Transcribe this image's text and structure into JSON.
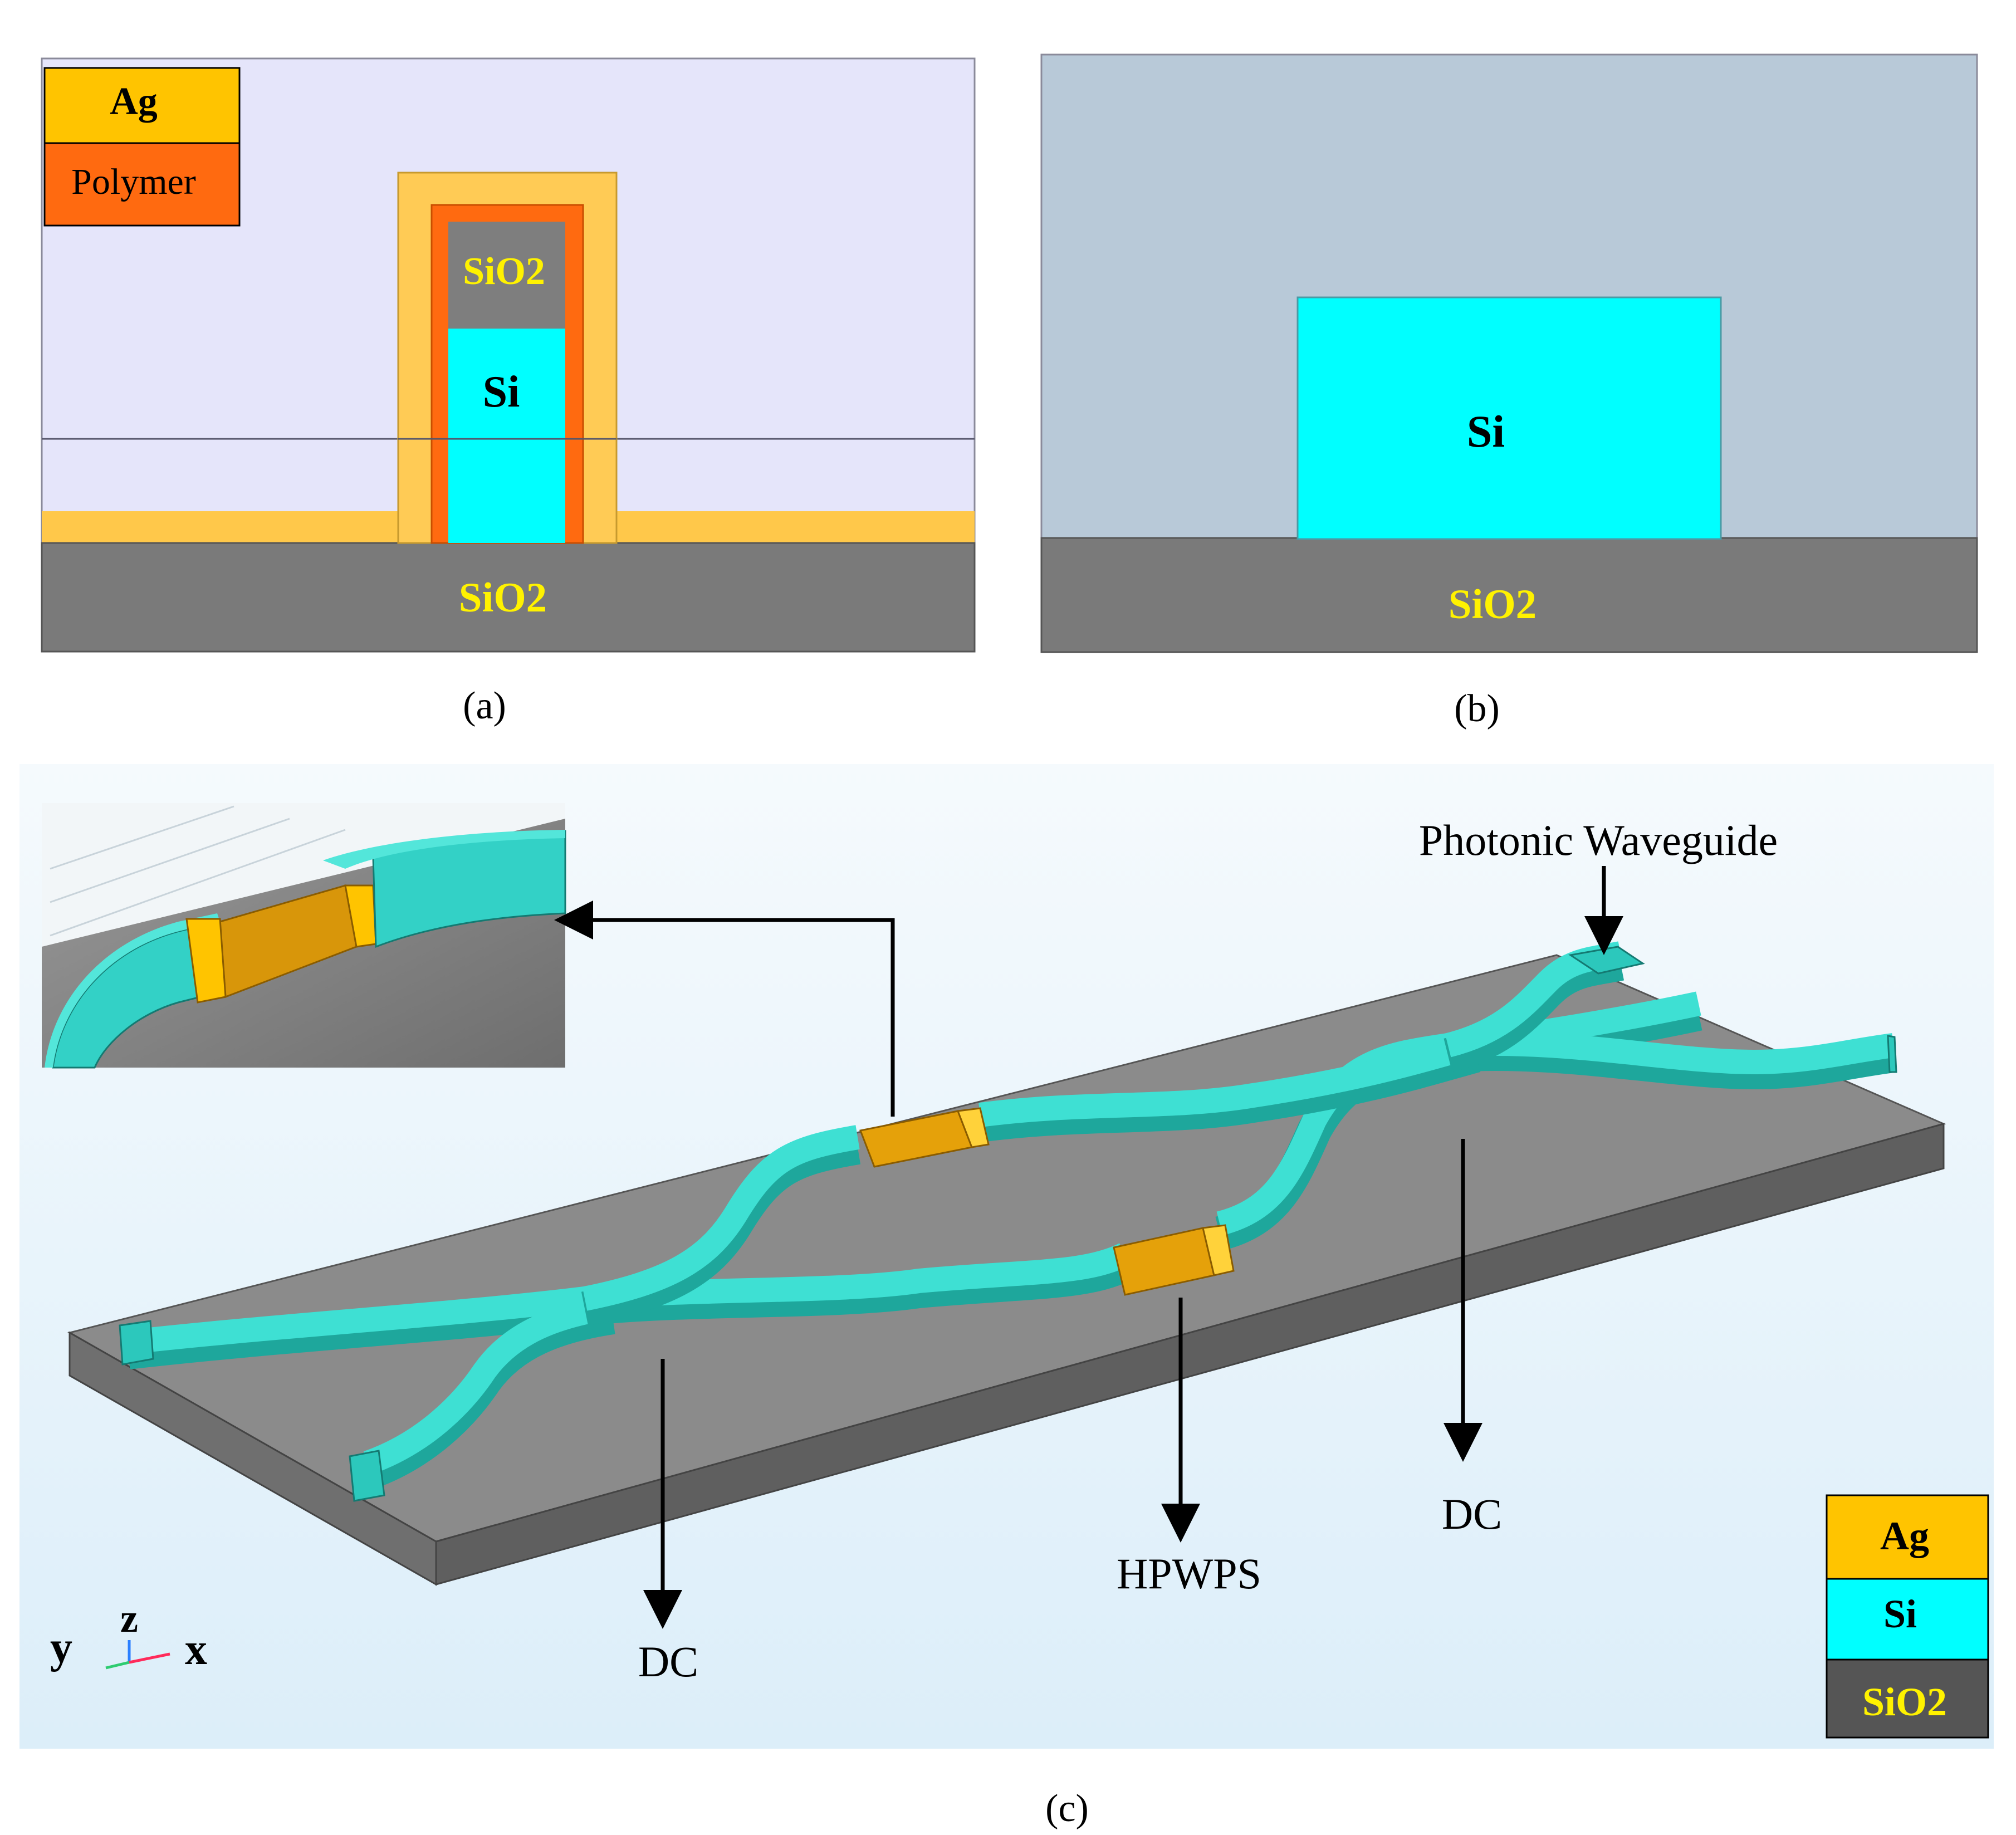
{
  "panel_a": {
    "legend": {
      "ag": "Ag",
      "polymer": "Polymer"
    },
    "labels": {
      "sio2_top": "SiO2",
      "si": "Si",
      "sio2_bottom": "SiO2"
    },
    "caption": "(a)"
  },
  "panel_b": {
    "labels": {
      "si": "Si",
      "sio2": "SiO2"
    },
    "caption": "(b)"
  },
  "panel_c": {
    "callouts": {
      "photonic_waveguide": "Photonic Waveguide",
      "dc_left": "DC",
      "hpwps": "HPWPS",
      "dc_right": "DC"
    },
    "legend": {
      "ag": "Ag",
      "si": "Si",
      "sio2": "SiO2"
    },
    "axes": {
      "y": "y",
      "z": "z",
      "x": "x"
    },
    "caption": "(c)"
  },
  "colors": {
    "ag": "#FFC400",
    "ag_light": "#FFCB55",
    "polymer": "#FF6A10",
    "si": "#00FFFF",
    "si_3d": "#33D1C6",
    "sio2": "#7A7A7A",
    "sio2_text": "#FFF200",
    "cladding_a": "#E5E5FA",
    "cladding_b": "#B8C9D8",
    "background_c": "#E6F3FB"
  }
}
